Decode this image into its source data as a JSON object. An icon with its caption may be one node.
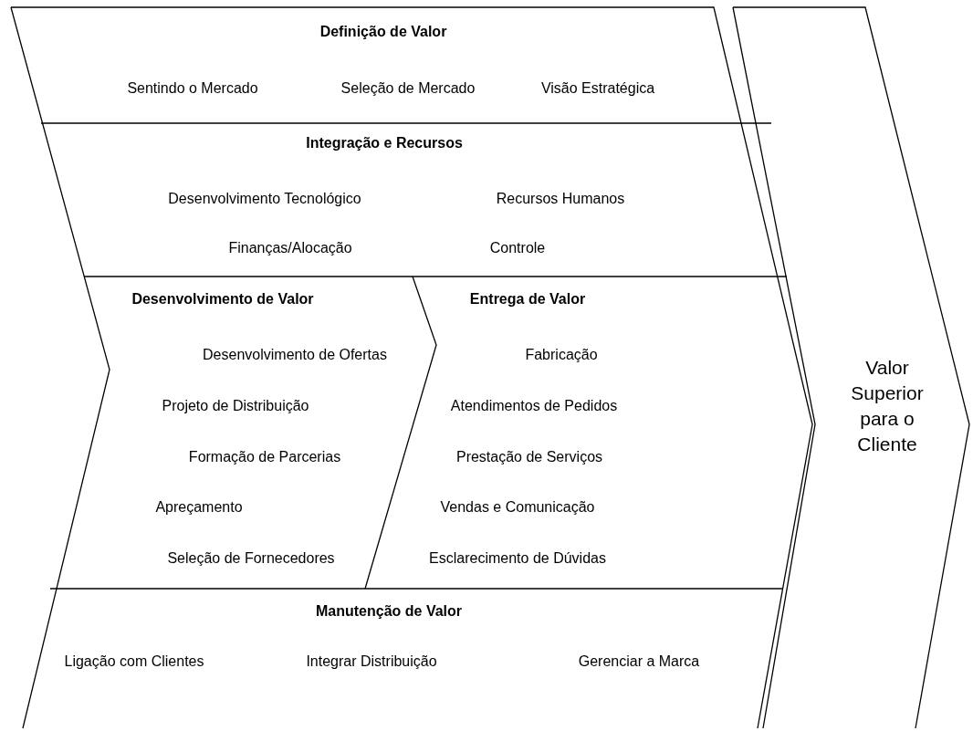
{
  "diagram": {
    "nodes": [
      {
        "text": [
          "Definição de Valor",
          "Sentindo o Mercado",
          "Seleção de Mercado",
          "Visão Estratégica"
        ]
      },
      {
        "text": [
          "Integração e Recursos",
          "Desenvolvimento Tecnológico",
          "Recursos Humanos",
          "Finanças/Alocação",
          "Controle"
        ]
      },
      {
        "text": [
          "Desenvolvimento de Valor",
          "Desenvolvimento de Ofertas",
          "Projeto de Distribuição",
          "Formação de Parcerias",
          "Apreçamento",
          "Seleção de Fornecedores"
        ]
      },
      {
        "text": [
          "Entrega de Valor",
          "Fabricação",
          "Atendimentos de Pedidos",
          "Prestação de Serviços",
          "Vendas e Comunicação",
          "Esclarecimento de Dúvidas"
        ]
      },
      {
        "text": [
          "Manutenção de Valor",
          "Ligação com Clientes",
          "Integrar Distribuição",
          "Gerenciar a Marca"
        ]
      },
      {
        "text": [
          "Valor Superior para o Cliente"
        ]
      }
    ],
    "edges": []
  }
}
